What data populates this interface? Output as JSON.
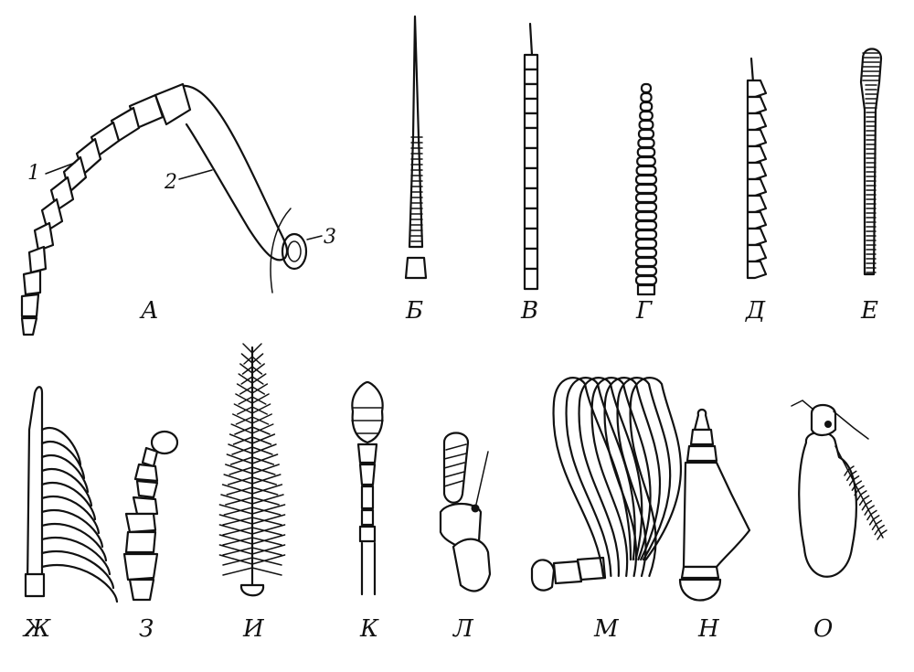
{
  "labels": {
    "A": "А",
    "B": "Б",
    "V": "В",
    "G": "Г",
    "D": "Д",
    "E": "Е",
    "ZH": "Ж",
    "Z": "З",
    "I": "И",
    "K": "К",
    "L": "Л",
    "M": "М",
    "N": "Н",
    "O": "О"
  },
  "callouts": {
    "n1": "1",
    "n2": "2",
    "n3": "3"
  }
}
